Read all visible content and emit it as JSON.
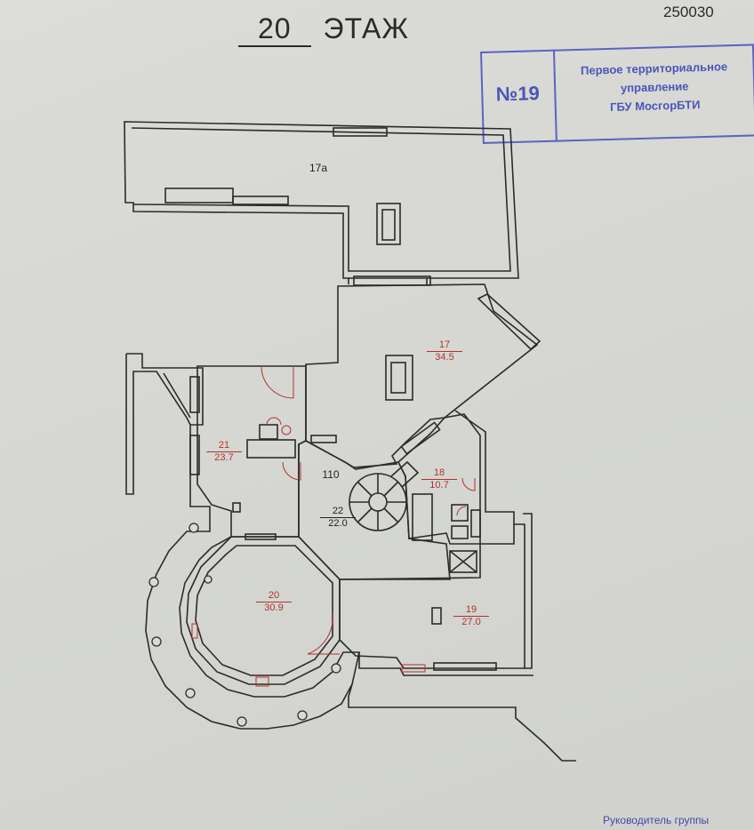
{
  "header": {
    "floor_number": "20",
    "floor_word": "ЭТАЖ",
    "document_code": "250030"
  },
  "stamp": {
    "number": "№19",
    "org_line1": "Первое территориальное",
    "org_line2": "управление",
    "org_line3": "ГБУ МосгорБТИ"
  },
  "rooms": {
    "r17a": {
      "number": "17а"
    },
    "r17": {
      "number": "17",
      "area": "34.5"
    },
    "r18": {
      "number": "18",
      "area": "10.7"
    },
    "r19": {
      "number": "19",
      "area": "27.0"
    },
    "r20": {
      "number": "20",
      "area": "30.9"
    },
    "r21": {
      "number": "21",
      "area": "23.7"
    },
    "r22": {
      "number": "22",
      "area": "22.0"
    },
    "r110": {
      "number": "110"
    }
  },
  "footer": {
    "signature_caption": "Руководитель группы"
  },
  "colors": {
    "paper": "#d9dad6",
    "walls": "#2b2b2b",
    "red_marks": "#b0332e",
    "stamp_blue": "#4a55b8"
  }
}
